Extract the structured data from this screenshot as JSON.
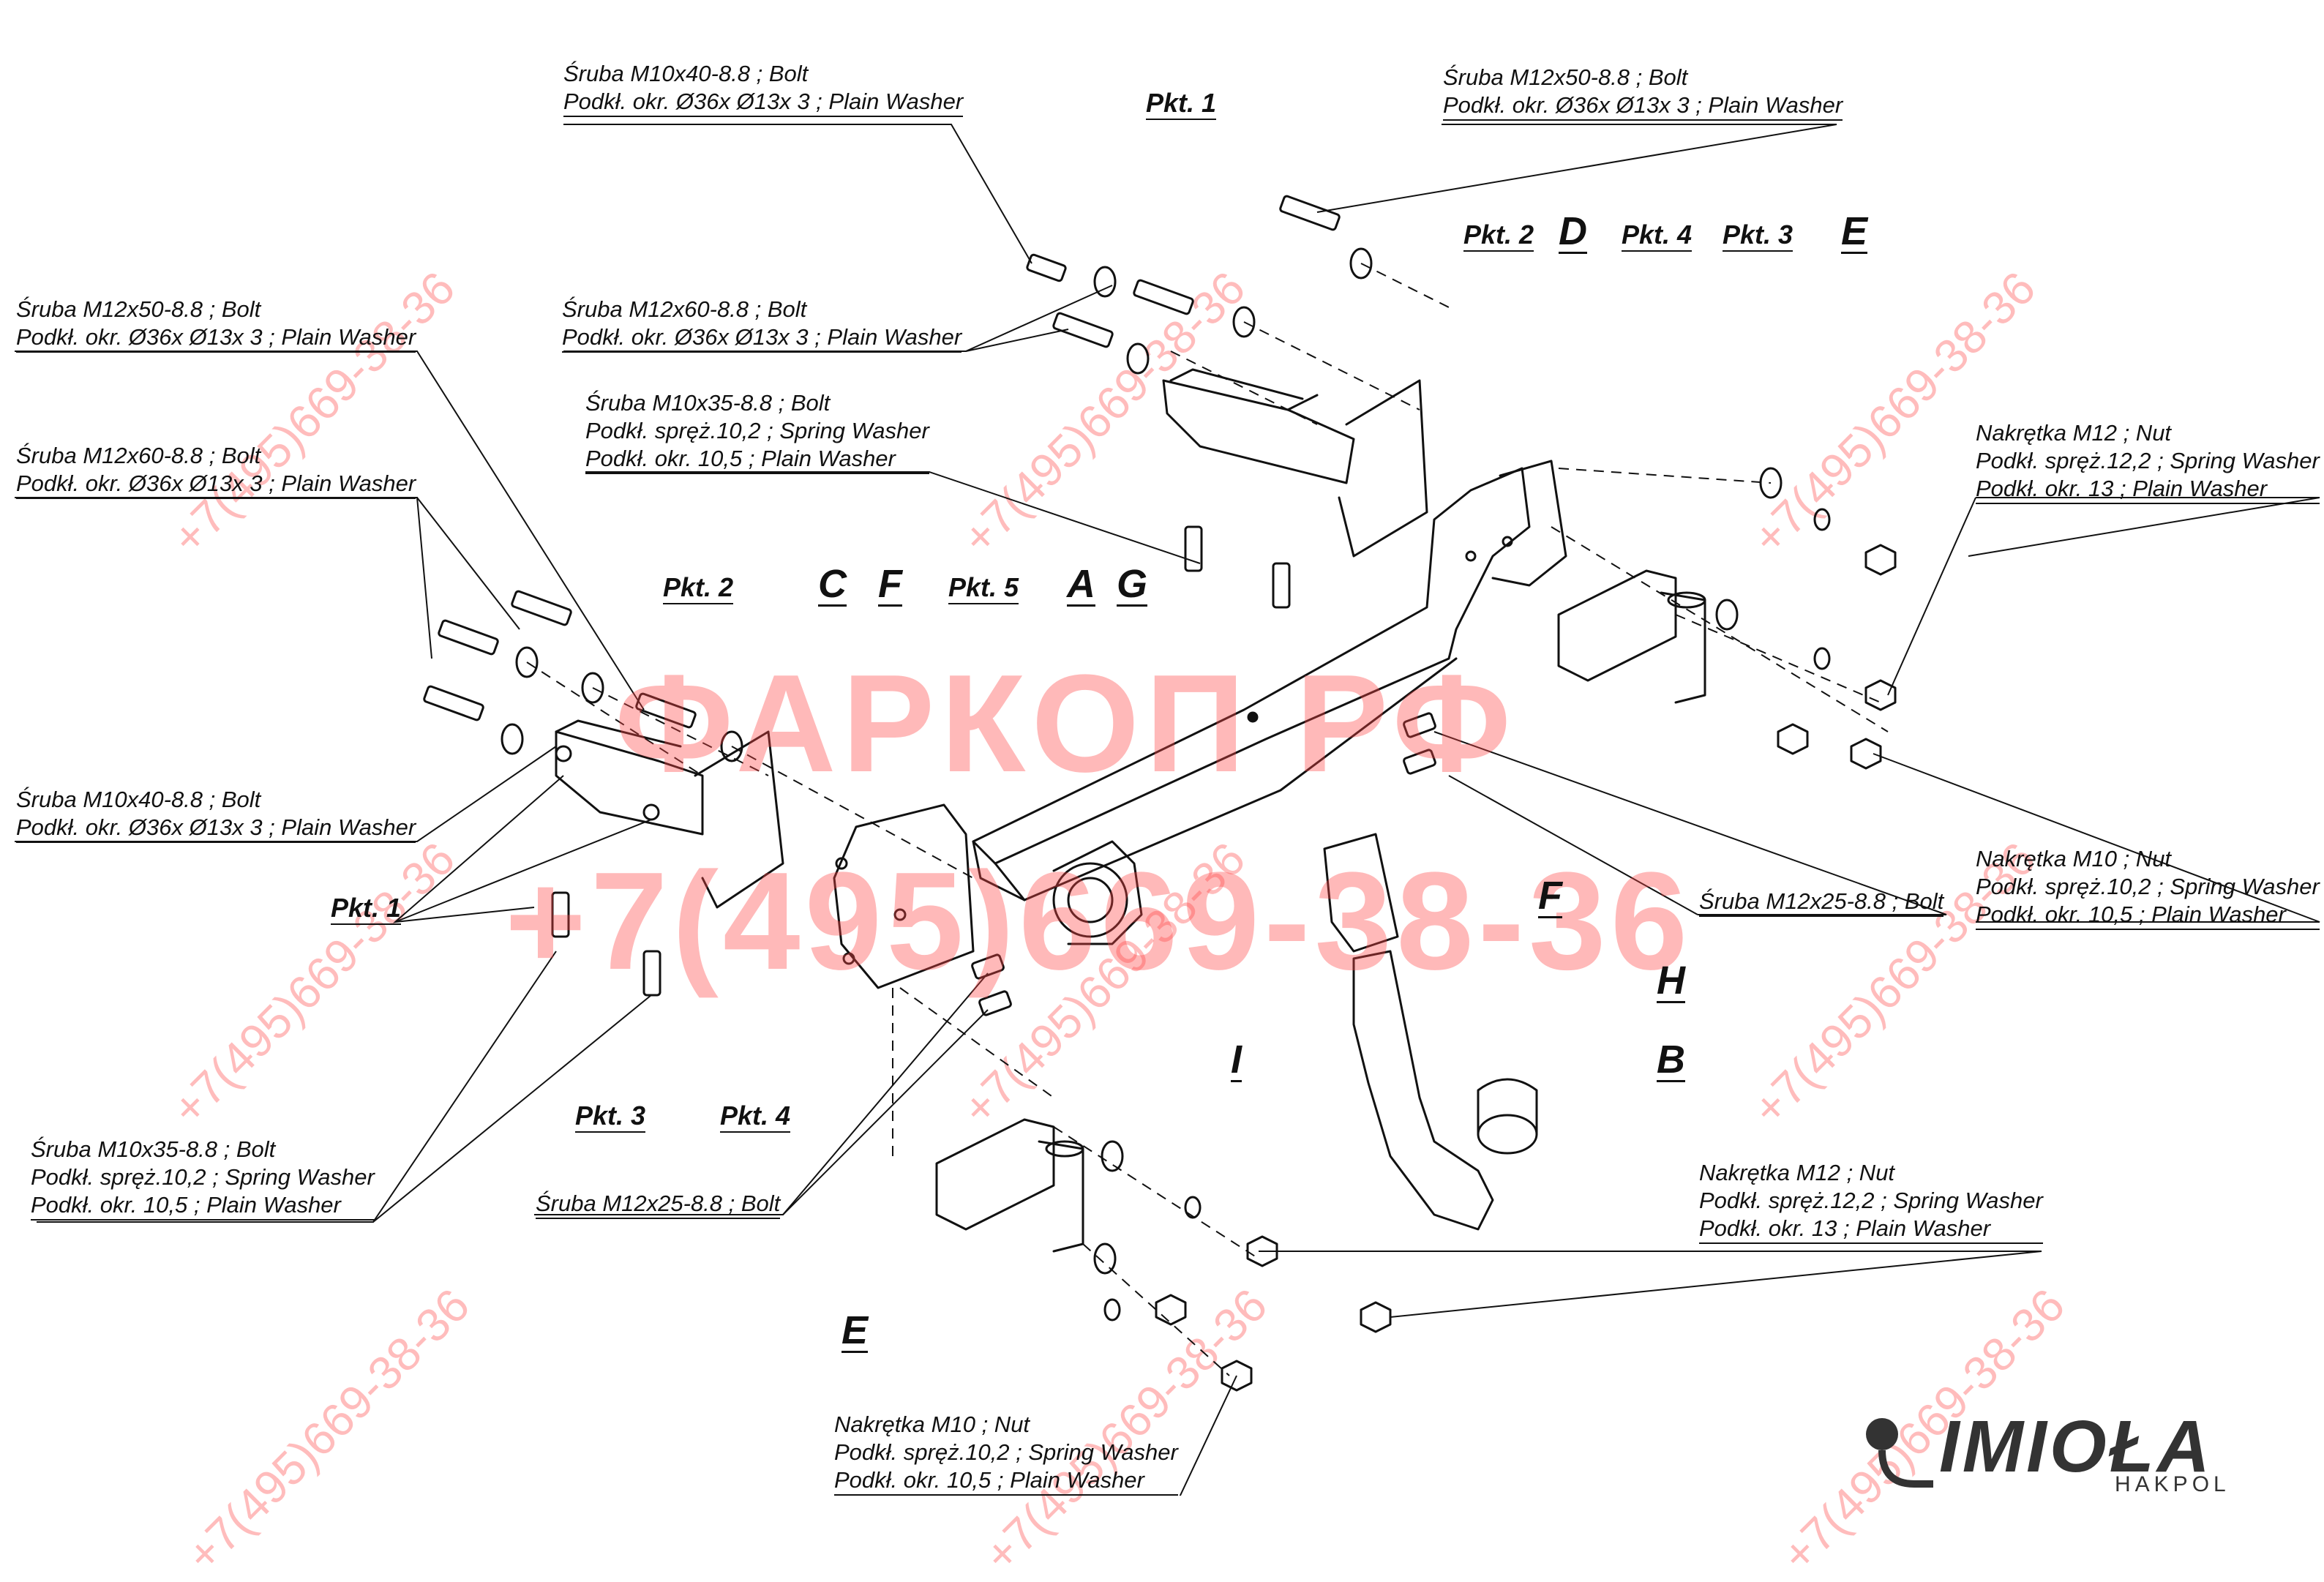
{
  "watermark": {
    "brand": "ФАРКОП РФ",
    "phone": "+7(495)669-38-36"
  },
  "logo": {
    "name": "IMIOŁA",
    "sub": "HAKPOL"
  },
  "notes": [
    {
      "id": "n1",
      "lines": [
        "Śruba M10x40-8.8 ;  Bolt",
        "Podkł. okr. Ø36x Ø13x 3 ; Plain Washer"
      ]
    },
    {
      "id": "n2",
      "lines": [
        "Śruba M12x50-8.8 ;  Bolt",
        "Podkł. okr. Ø36x Ø13x 3 ; Plain Washer"
      ]
    },
    {
      "id": "n3",
      "lines": [
        "Śruba M12x50-8.8 ;  Bolt",
        "Podkł. okr. Ø36x Ø13x 3 ; Plain Washer"
      ]
    },
    {
      "id": "n4",
      "lines": [
        "Śruba M12x60-8.8 ;  Bolt",
        "Podkł. okr. Ø36x Ø13x 3 ; Plain Washer"
      ]
    },
    {
      "id": "n5",
      "lines": [
        "Śruba M10x35-8.8 ;  Bolt",
        "Podkł. spręż.10,2 ; Spring Washer",
        "Podkł. okr. 10,5 ; Plain Washer"
      ]
    },
    {
      "id": "n6",
      "lines": [
        "Śruba M12x60-8.8 ;  Bolt",
        "Podkł. okr. Ø36x Ø13x 3 ; Plain Washer"
      ]
    },
    {
      "id": "n7",
      "lines": [
        "Nakrętka  M12 ; Nut",
        "Podkł. spręż.12,2 ; Spring Washer",
        "Podkł. okr. 13 ; Plain Washer"
      ]
    },
    {
      "id": "n8",
      "lines": [
        "Śruba M10x40-8.8 ;  Bolt",
        "Podkł. okr. Ø36x Ø13x 3 ; Plain Washer"
      ]
    },
    {
      "id": "n9",
      "lines": [
        "Nakrętka  M10 ; Nut",
        "Podkł. spręż.10,2 ; Spring Washer",
        "Podkł. okr. 10,5 ; Plain Washer"
      ]
    },
    {
      "id": "n10",
      "lines": [
        "Śruba M12x25-8.8 ;  Bolt"
      ]
    },
    {
      "id": "n11",
      "lines": [
        "Śruba M10x35-8.8 ;  Bolt",
        "Podkł. spręż.10,2 ; Spring Washer",
        "Podkł. okr. 10,5 ; Plain Washer"
      ]
    },
    {
      "id": "n12",
      "lines": [
        "Śruba M12x25-8.8 ;  Bolt"
      ]
    },
    {
      "id": "n13",
      "lines": [
        "Nakrętka  M12 ; Nut",
        "Podkł. spręż.12,2 ; Spring Washer",
        "Podkł. okr. 13 ; Plain Washer"
      ]
    },
    {
      "id": "n14",
      "lines": [
        "Nakrętka  M10 ; Nut",
        "Podkł. spręż.10,2 ; Spring Washer",
        "Podkł. okr. 10,5 ; Plain Washer"
      ]
    }
  ],
  "tags": {
    "pkt1_top": "Pkt. 1",
    "pkt2_top": "Pkt. 2",
    "pkt4_top": "Pkt. 4",
    "pkt3_top": "Pkt. 3",
    "pkt2_left": "Pkt. 2",
    "pkt5": "Pkt. 5",
    "pkt1_left": "Pkt. 1",
    "pkt3_bottom": "Pkt. 3",
    "pkt4_bottom": "Pkt. 4"
  },
  "letters": {
    "D": "D",
    "E_top": "E",
    "C": "C",
    "F_left": "F",
    "A": "A",
    "G": "G",
    "F_right": "F",
    "H": "H",
    "B": "B",
    "I": "I",
    "E_bottom": "E"
  }
}
